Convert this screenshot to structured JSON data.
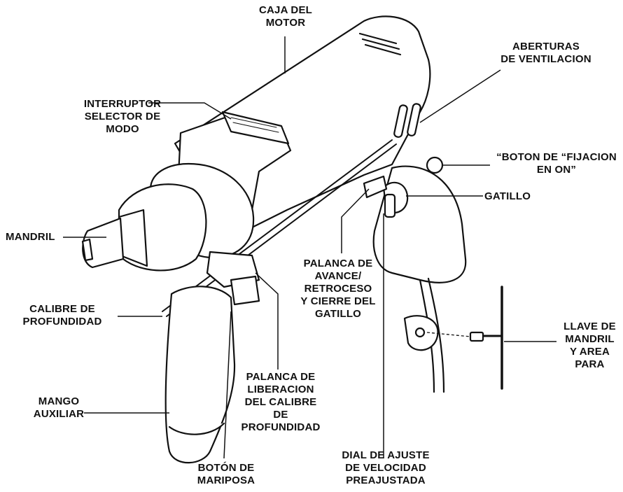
{
  "labels": {
    "motor_housing": [
      "CAJA DEL",
      "MOTOR"
    ],
    "ventilation": [
      "ABERTURAS",
      "DE VENTILACION"
    ],
    "mode_switch": [
      "INTERRUPTOR",
      "SELECTOR DE",
      "MODO"
    ],
    "lock_button": [
      "“BOTON DE “FIJACION",
      "EN ON”"
    ],
    "trigger": [
      "GATILLO"
    ],
    "chuck": [
      "MANDRIL"
    ],
    "reverse_lever": [
      "PALANCA DE",
      "AVANCE/",
      "RETROCESO",
      "Y CIERRE DEL",
      "GATILLO"
    ],
    "depth_gauge": [
      "CALIBRE DE",
      "PROFUNDIDAD"
    ],
    "chuck_key": [
      "LLAVE DE",
      "MANDRIL",
      "Y AREA",
      "PARA"
    ],
    "depth_release": [
      "PALANCA DE",
      "LIBERACION",
      "DEL CALIBRE",
      "DE",
      "PROFUNDIDAD"
    ],
    "aux_handle": [
      "MANGO",
      "AUXILIAR"
    ],
    "wing_button": [
      "BOTÓN DE",
      "MARIPOSA"
    ],
    "speed_dial": [
      "DIAL DE AJUSTE",
      "DE VELOCIDAD",
      "PREAJUSTADA"
    ]
  },
  "colors": {
    "ink": "#111111",
    "paper": "#ffffff",
    "shade": "#d9d9d9"
  }
}
